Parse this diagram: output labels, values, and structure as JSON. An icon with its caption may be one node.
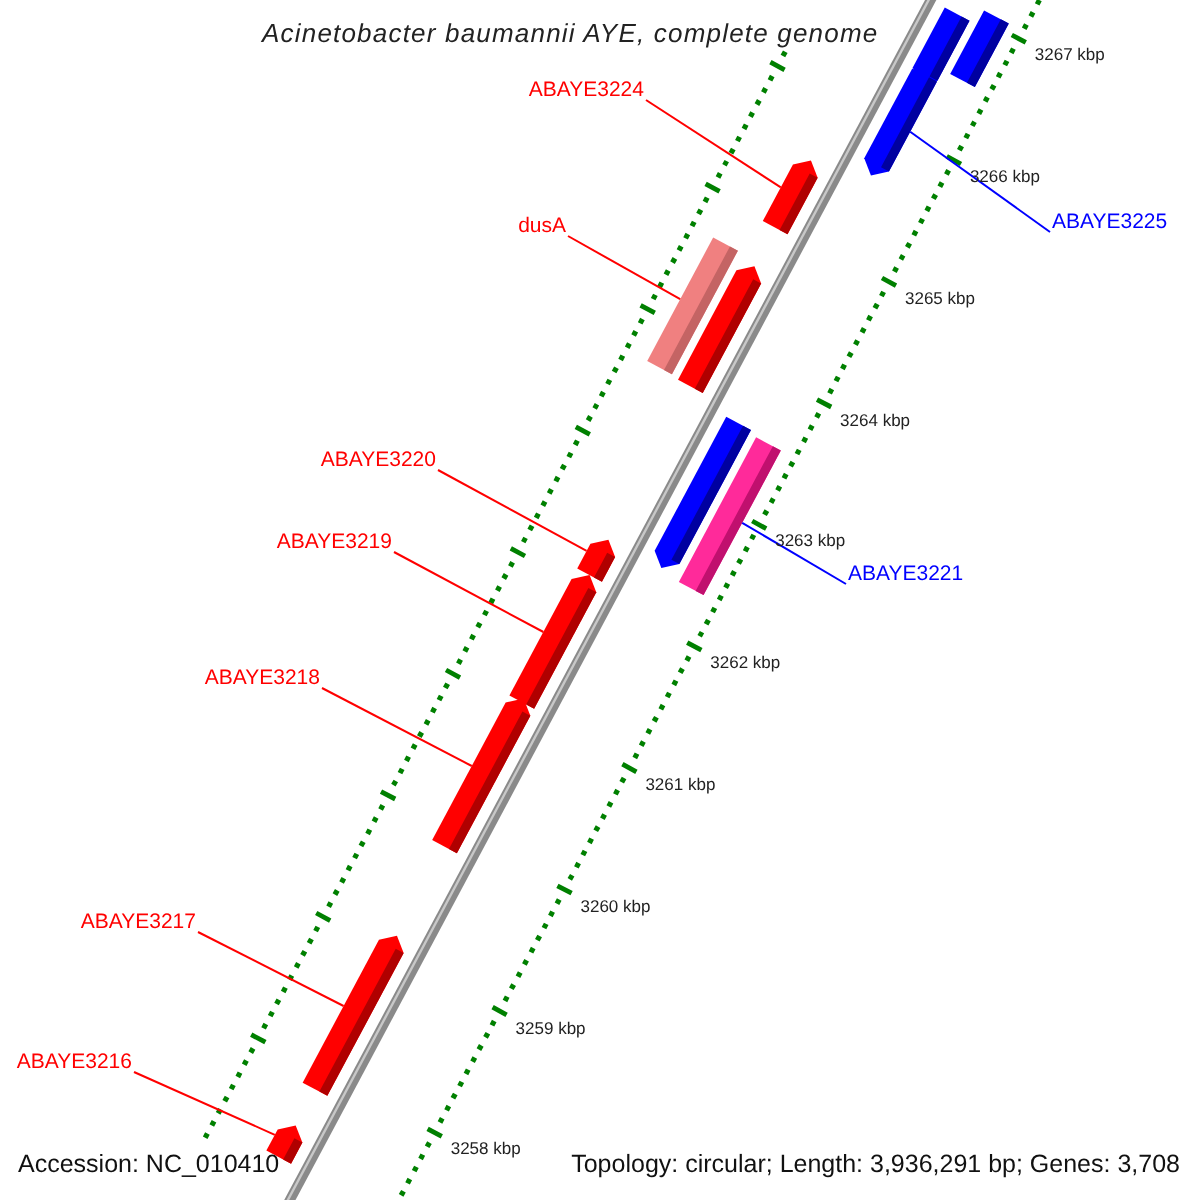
{
  "diagram": {
    "title": "Acinetobacter baumannii AYE, complete genome",
    "nodes": [
      {
        "text": [],
        "shape": "bar"
      },
      {
        "text": [],
        "shape": "bar"
      },
      {
        "text": [
          "ABAYE3224"
        ]
      },
      {
        "text": [],
        "shape": "bar"
      },
      {
        "text": [],
        "shape": "bar"
      },
      {
        "text": [
          "ABAYE3225"
        ]
      },
      {
        "text": [
          "dusA"
        ]
      },
      {
        "text": [],
        "shape": "bar"
      },
      {
        "text": [],
        "shape": "bar"
      },
      {
        "text": [],
        "shape": "bar"
      },
      {
        "text": [],
        "shape": "bar"
      },
      {
        "text": [
          "ABAYE3220"
        ]
      },
      {
        "text": [],
        "shape": "bar"
      },
      {
        "text": [
          "ABAYE3219"
        ]
      },
      {
        "text": [],
        "shape": "bar"
      },
      {
        "text": [
          "ABAYE3221"
        ]
      },
      {
        "text": [
          "ABAYE3218"
        ]
      },
      {
        "text": [],
        "shape": "bar"
      },
      {
        "text": [
          "ABAYE3217"
        ]
      },
      {
        "text": [],
        "shape": "bar"
      },
      {
        "text": [
          "ABAYE3216"
        ]
      },
      {
        "text": [],
        "shape": "bar"
      }
    ],
    "edges": [
      {
        "from": 2,
        "to": 3,
        "arrow": "none"
      },
      {
        "from": 5,
        "to": 4,
        "arrow": "none",
        "color": "#0000ff"
      },
      {
        "from": 6,
        "to": 7,
        "arrow": "none"
      },
      {
        "from": 11,
        "to": 12,
        "arrow": "none"
      },
      {
        "from": 13,
        "to": 14,
        "arrow": "none"
      },
      {
        "from": 15,
        "to": 10,
        "arrow": "none",
        "color": "#0000ff"
      },
      {
        "from": 16,
        "to": 17,
        "arrow": "none"
      },
      {
        "from": 18,
        "to": 19,
        "arrow": "none"
      },
      {
        "from": 20,
        "to": 21,
        "arrow": "none"
      }
    ],
    "labels": [
      "3267 kbp",
      "3266 kbp",
      "3265 kbp",
      "3264 kbp",
      "3263 kbp",
      "3262 kbp",
      "3261 kbp",
      "3260 kbp",
      "3259 kbp",
      "3258 kbp",
      "Accession: NC_010410",
      "Topology: circular; Length: 3,936,291 bp; Genes: 3,708"
    ]
  }
}
